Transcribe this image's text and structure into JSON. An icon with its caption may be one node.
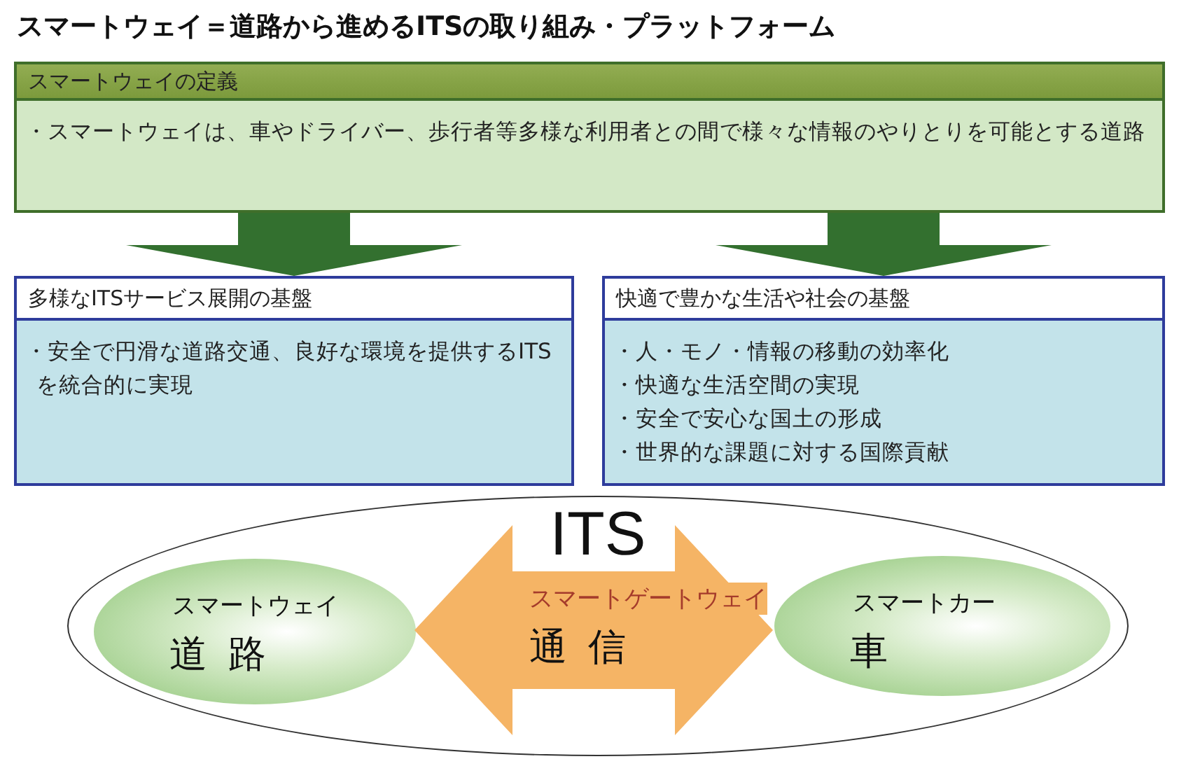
{
  "diagram": {
    "title": "スマートウェイ＝道路から進めるITSの取り組み・プラットフォーム",
    "nodes": [
      {
        "text": [
          "スマートウェイの定義",
          "・スマートウェイは、車やドライバー、歩行者等多様な利用者との間で様々な情報のやりとりを可能とする道路"
        ]
      },
      {
        "text": [
          "多様なITSサービス展開の基盤",
          "・安全で円滑な道路交通、良好な環境を提供するITSを統合的に実現"
        ]
      },
      {
        "text": [
          "快適で豊かな生活や社会の基盤",
          "・人・モノ・情報の移動の効率化",
          "・快適な生活空間の実現",
          "・安全で安心な国土の形成",
          "・世界的な課題に対する国際貢献"
        ]
      },
      {
        "text": [
          "ITS"
        ]
      },
      {
        "text": [
          "スマートウェイ",
          "道路"
        ],
        "in": 3
      },
      {
        "text": [
          "スマートカー",
          "車"
        ],
        "in": 3
      }
    ],
    "edges": [
      {
        "from": 0,
        "to": 1,
        "arrow": "to",
        "style": "thick"
      },
      {
        "from": 0,
        "to": 2,
        "arrow": "to",
        "style": "thick"
      },
      {
        "from": 4,
        "to": 5,
        "arrow": "both",
        "label": "スマートゲートウェイ",
        "color": "#f5b465"
      }
    ],
    "labels": [
      "通信"
    ]
  }
}
